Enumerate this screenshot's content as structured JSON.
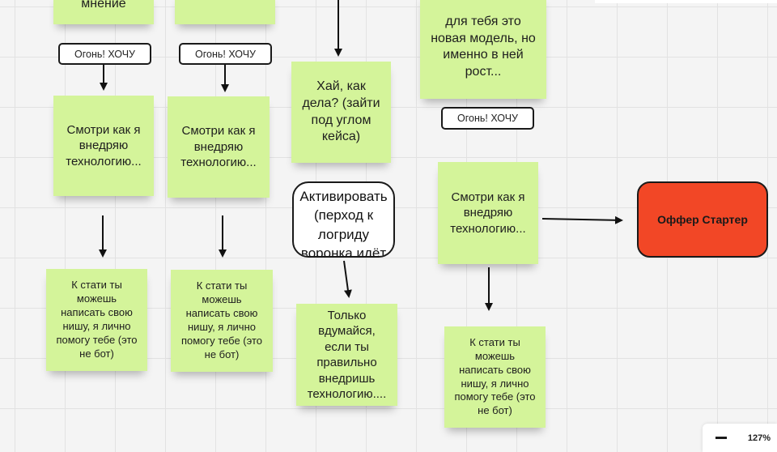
{
  "board": {
    "pills": {
      "fire_want": "Огонь! ХОЧУ"
    },
    "notes": {
      "opinion": "мнение",
      "new_model": "для тебя это новая модель, но именно в ней рост...",
      "hi": "Хай, как дела? (зайти под углом кейса)",
      "watch": "Смотри как я внедряю технологию...",
      "btw": "К стати ты можешь написать свою нишу, я лично помогу тебе (это не бот)",
      "think": "Только вдумайся, если ты правильно внедришь технологию...."
    },
    "activate": "Активировать (перход к логриду воронка идёт",
    "offer": "Оффер Стартер"
  },
  "zoom": {
    "level": "127%"
  }
}
